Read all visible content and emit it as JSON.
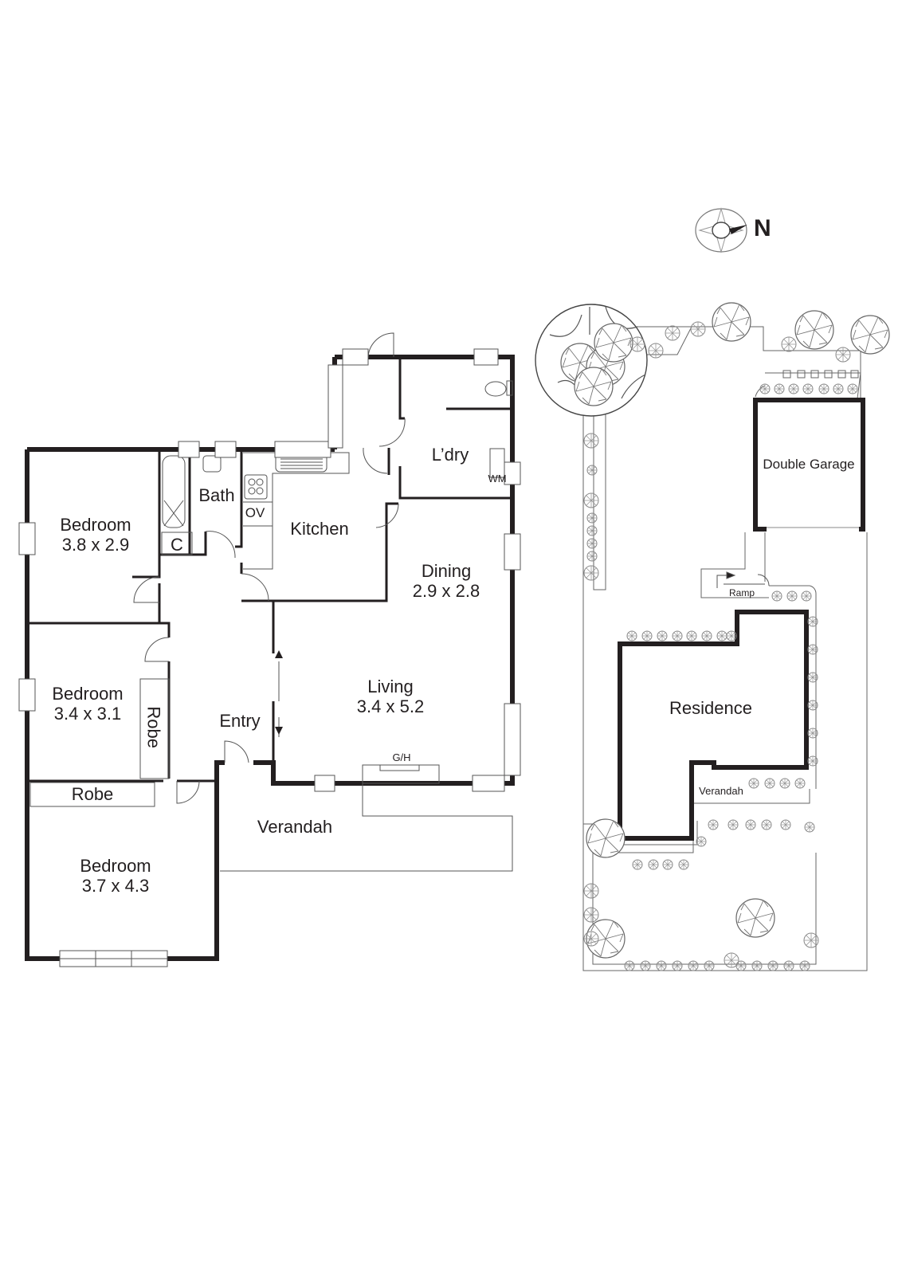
{
  "compass": {
    "label": "N"
  },
  "floor_plan": {
    "rooms": [
      {
        "id": "bedroom1",
        "name": "Bedroom",
        "size": "3.8 x 2.9"
      },
      {
        "id": "bedroom2",
        "name": "Bedroom",
        "size": "3.4 x 3.1"
      },
      {
        "id": "bedroom3",
        "name": "Bedroom",
        "size": "3.7 x 4.3"
      },
      {
        "id": "bath",
        "name": "Bath"
      },
      {
        "id": "cupboard",
        "name": "C"
      },
      {
        "id": "kitchen",
        "name": "Kitchen"
      },
      {
        "id": "laundry",
        "name": "L’dry"
      },
      {
        "id": "dining",
        "name": "Dining",
        "size": "2.9 x 2.8"
      },
      {
        "id": "living",
        "name": "Living",
        "size": "3.4 x 5.2"
      },
      {
        "id": "entry",
        "name": "Entry"
      },
      {
        "id": "robe1",
        "name": "Robe"
      },
      {
        "id": "robe2",
        "name": "Robe"
      },
      {
        "id": "verandah",
        "name": "Verandah"
      }
    ],
    "fixtures": {
      "oven": "OV",
      "washing_machine": "WM",
      "gas_heater": "G/H"
    }
  },
  "site_plan": {
    "labels": {
      "garage": "Double Garage",
      "residence": "Residence",
      "ramp": "Ramp",
      "verandah": "Verandah"
    }
  }
}
